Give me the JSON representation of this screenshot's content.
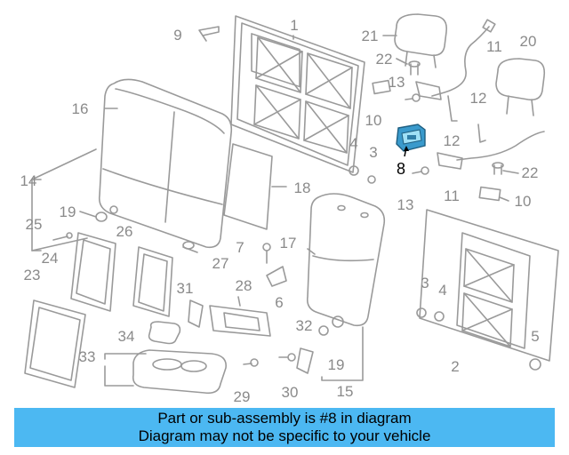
{
  "colors": {
    "line": "#9a9a9a",
    "label": "#8a8a8a",
    "highlight": "#2f7ea8",
    "highlight_fill": "#3a9acc",
    "highlight_label": "#000000",
    "banner": "#4cb8f2"
  },
  "highlighted_part": "8",
  "callouts": [
    "1",
    "2",
    "3",
    "4",
    "5",
    "6",
    "7",
    "8",
    "9",
    "10",
    "11",
    "12",
    "13",
    "14",
    "15",
    "16",
    "17",
    "18",
    "19",
    "20",
    "21",
    "22",
    "23",
    "24",
    "25",
    "26",
    "27",
    "28",
    "29",
    "30",
    "31",
    "32",
    "33",
    "34"
  ],
  "banner": {
    "line1": "Part or sub-assembly is #8 in diagram",
    "line2": "Diagram may not be specific to your vehicle"
  }
}
